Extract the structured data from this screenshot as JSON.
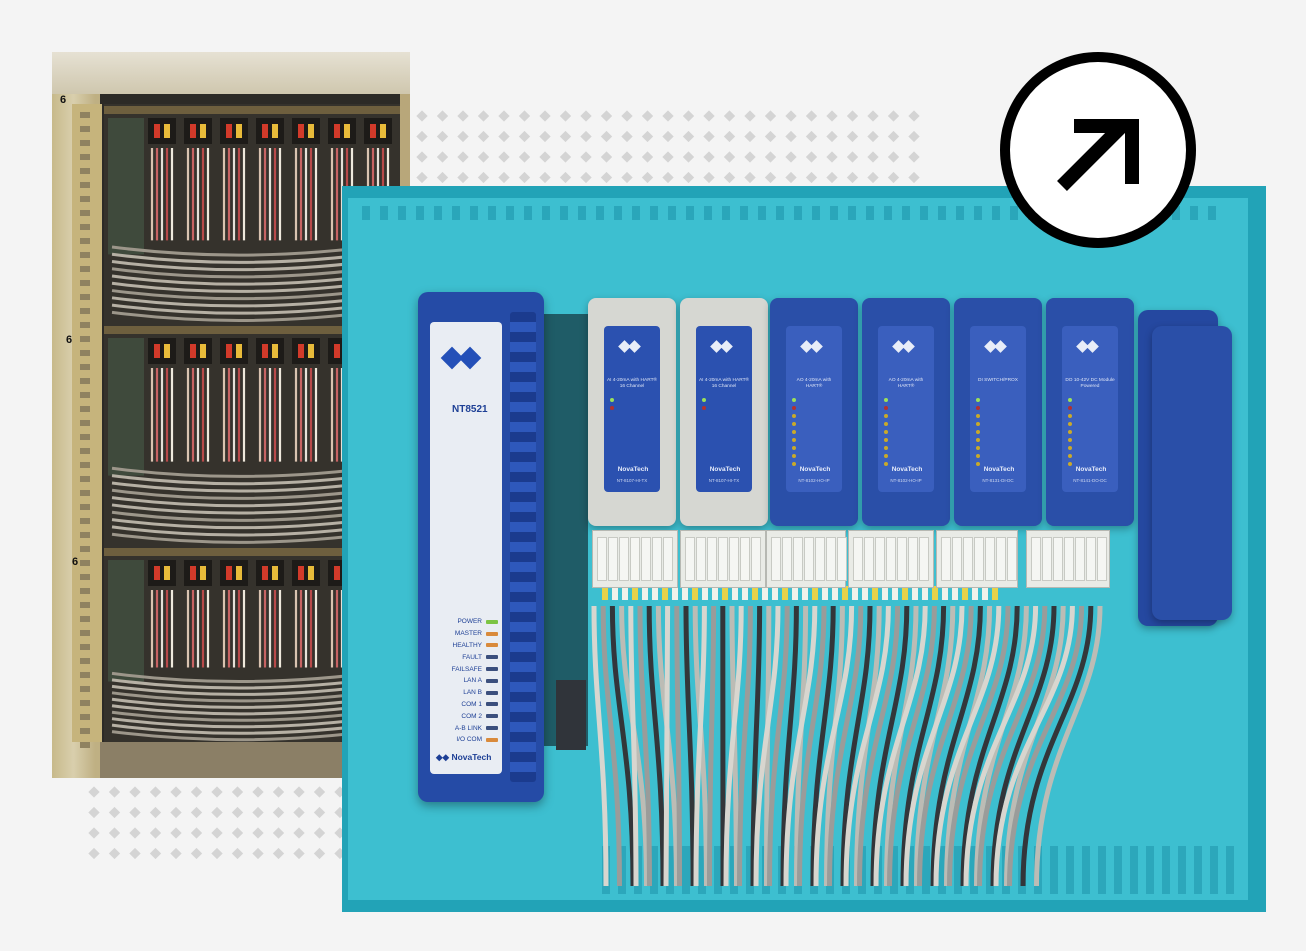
{
  "scene": "Before and after comparison of control cabinets",
  "old_cabinet": {
    "rack_markers": [
      "6",
      "6",
      "6"
    ]
  },
  "controller": {
    "model": "NT8521",
    "brand": "NovaTech",
    "status_indicators": [
      {
        "label": "POWER",
        "state": "green"
      },
      {
        "label": "MASTER",
        "state": "orange"
      },
      {
        "label": "HEALTHY",
        "state": "orange"
      },
      {
        "label": "FAULT",
        "state": "off"
      },
      {
        "label": "FAILSAFE",
        "state": "off"
      },
      {
        "label": "LAN A",
        "state": "off"
      },
      {
        "label": "LAN B",
        "state": "off"
      },
      {
        "label": "COM 1",
        "state": "off"
      },
      {
        "label": "COM 2",
        "state": "off"
      },
      {
        "label": "A-B LINK",
        "state": "off"
      },
      {
        "label": "I/O COM",
        "state": "orange"
      }
    ]
  },
  "io_modules": [
    {
      "title": "AI 4-20mA with HART® 16 Channel",
      "brand": "NovaTech",
      "part": "NT-8107-HI-TX",
      "color": "grey"
    },
    {
      "title": "AI 4-20mA with HART® 16 Channel",
      "brand": "NovaTech",
      "part": "NT-8107-HI-TX",
      "color": "grey"
    },
    {
      "title": "AO 4-20mA with HART®",
      "brand": "NovaTech",
      "part": "NT-8102-HO-IP",
      "color": "blue"
    },
    {
      "title": "AO 4-20mA with HART®",
      "brand": "NovaTech",
      "part": "NT-8102-HO-IP",
      "color": "blue"
    },
    {
      "title": "DI SWITCH/PROX",
      "brand": "NovaTech",
      "part": "NT-8131-DI-DC",
      "color": "blue"
    },
    {
      "title": "DO 10-42V DC Module Powered",
      "brand": "NovaTech",
      "part": "NT-8141-DO-DC",
      "color": "blue"
    }
  ],
  "colors": {
    "background": "#f4f4f4",
    "panel_teal": "#1f9db2",
    "module_blue": "#2a4fa8",
    "badge": "#000000"
  },
  "icons": [
    "arrow-up-right-icon",
    "novatech-logo-icon"
  ]
}
